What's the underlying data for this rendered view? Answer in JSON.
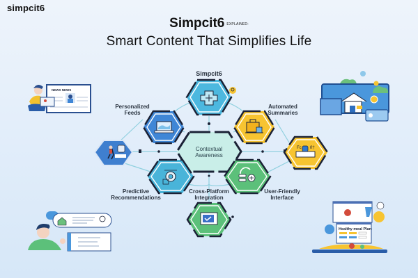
{
  "brand": "simpcit6",
  "header": {
    "title_main": "Simpcit6",
    "title_sub": "EXPLAINED:",
    "subtitle": "Smart Content That Simplifies Life"
  },
  "diagram": {
    "hub_label": "Simpcit6",
    "center": {
      "label_line1": "Contextual",
      "label_line2": "Awareness",
      "color": "#c9eee8"
    },
    "nodes": [
      {
        "id": "hub",
        "label": "Simpcit6",
        "icon": "plus-cross-icon",
        "color": "#4cb8df"
      },
      {
        "id": "personalized-feeds",
        "label_line1": "Personalized",
        "label_line2": "Feeds",
        "icon": "laptop-icon",
        "color": "#3f86d6"
      },
      {
        "id": "automated-summaries",
        "label_line1": "Automated",
        "label_line2": "Summaries",
        "icon": "briefcase-icon",
        "color": "#f7c431"
      },
      {
        "id": "left-node",
        "icon": "person-walking-icon",
        "color": "#3f7fcf"
      },
      {
        "id": "right-node",
        "icon": "desk-lamp-icon",
        "color": "#f7c431"
      },
      {
        "id": "predictive-recommendations",
        "label_line1": "Predictive",
        "label_line2": "Recommendations",
        "icon": "target-icon",
        "color": "#49b4d9"
      },
      {
        "id": "user-friendly-interface",
        "label_line1": "User-Friendly",
        "label_line2": "Interface",
        "icon": "user-plus-icon",
        "color": "#5cc07a"
      },
      {
        "id": "cross-platform-integration",
        "label_line1": "Cross-Platform",
        "label_line2": "Integration",
        "icon": "checkbox-screen-icon",
        "color": "#5cc07a"
      }
    ]
  },
  "illustrations": {
    "top_left": {
      "caption": "NEWS NEWS"
    },
    "bottom_right": {
      "caption": "Healthy meal Plan"
    }
  },
  "colors": {
    "outline": "#1b2236",
    "connector": "#8fd0df"
  }
}
